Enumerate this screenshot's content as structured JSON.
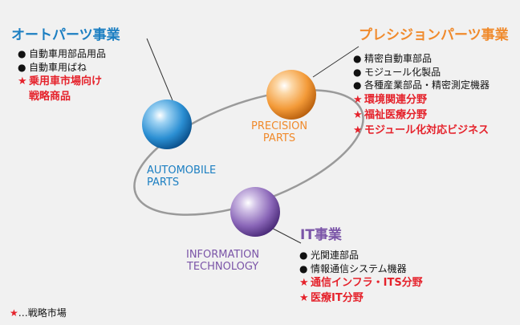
{
  "colors": {
    "background": "#f1f1f1",
    "automotive_blue": "#1c7fc2",
    "precision_orange": "#f08a2c",
    "it_purple": "#7b55a8",
    "strategic_red": "#e5222b",
    "orbit_gray": "#9a9a9a"
  },
  "segments": [
    {
      "id": "automotive",
      "title": "オートパーツ事業",
      "ball_label": [
        "AUTOMOBILE",
        "PARTS"
      ],
      "items": [
        {
          "text": "自動車用部品用品",
          "strategic": false
        },
        {
          "text": "自動車用ばね",
          "strategic": false
        },
        {
          "text": "乗用車市場向け",
          "strategic": true
        },
        {
          "text": "戦略商品",
          "strategic": true,
          "continuation": true
        }
      ]
    },
    {
      "id": "precision",
      "title": "プレシジョンパーツ事業",
      "ball_label": [
        "PRECISION",
        "PARTS"
      ],
      "items": [
        {
          "text": "精密自動車部品",
          "strategic": false
        },
        {
          "text": "モジュール化製品",
          "strategic": false
        },
        {
          "text": "各種産業部品・精密測定機器",
          "strategic": false
        },
        {
          "text": "環境関連分野",
          "strategic": true
        },
        {
          "text": "福祉医療分野",
          "strategic": true
        },
        {
          "text": "モジュール化対応ビジネス",
          "strategic": true
        }
      ]
    },
    {
      "id": "it",
      "title": "IT事業",
      "ball_label": [
        "INFORMATION",
        "TECHNOLOGY"
      ],
      "items": [
        {
          "text": "光関連部品",
          "strategic": false
        },
        {
          "text": "情報通信システム機器",
          "strategic": false
        },
        {
          "text": "通信インフラ・ITS分野",
          "strategic": true
        },
        {
          "text": "医療IT分野",
          "strategic": true
        }
      ]
    }
  ],
  "markers": {
    "bullet": "●",
    "strategic": "★"
  },
  "legend": {
    "star": "★",
    "text": "…戦略市場"
  }
}
